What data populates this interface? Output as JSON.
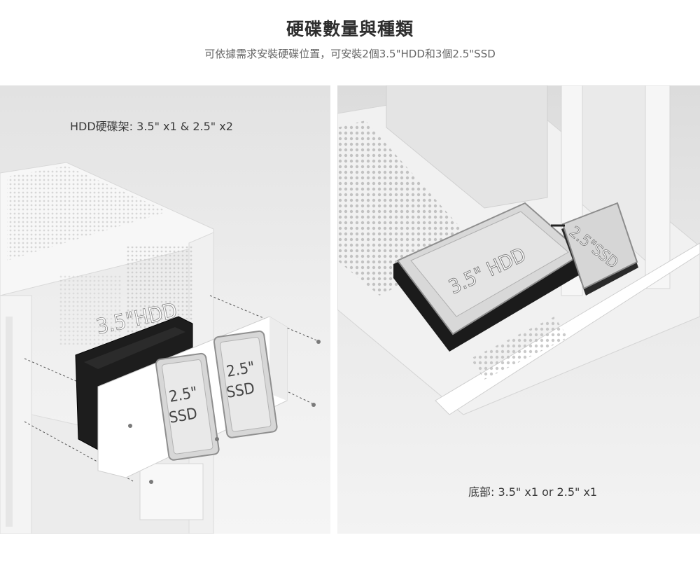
{
  "header": {
    "title": "硬碟數量與種類",
    "subtitle": "可依據需求安裝硬碟位置，可安裝2個3.5\"HDD和3個2.5\"SSD"
  },
  "left_panel": {
    "caption": "HDD硬碟架: 3.5\" x1 & 2.5\" x2",
    "drive_labels": {
      "hdd": "3.5\"HDD",
      "ssd1_top": "2.5\"",
      "ssd1_bottom": "SSD",
      "ssd2_top": "2.5\"",
      "ssd2_bottom": "SSD"
    }
  },
  "right_panel": {
    "caption": "底部: 3.5\" x1 or 2.5\" x1",
    "drive_labels": {
      "hdd": "3.5\" HDD",
      "ssd": "2.5\"SSD"
    }
  }
}
